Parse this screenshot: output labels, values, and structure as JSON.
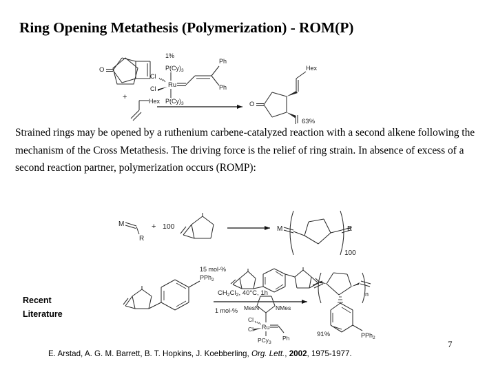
{
  "slide": {
    "page_number": "7",
    "title": "Ring Opening Metathesis (Polymerization) - ROM(P)",
    "body_text": "Strained rings may be opened by a ruthenium carbene-catalyzed reaction with a second alkene following the mechanism of the Cross Metathesis. The driving force is the relief of ring strain. In absence of excess of a second reaction partner, polymerization occurs (ROMP):",
    "recent_literature_label_line1": "Recent",
    "recent_literature_label_line2": "Literature",
    "background_color": "#ffffff",
    "text_color": "#000000"
  },
  "citation": {
    "authors": "E. Arstad, A. G. M. Barrett, B. T. Hopkins, J. Koebberling,",
    "journal": "Org. Lett.",
    "journal_separator": ",",
    "year": "2002",
    "pages": ", 1975-1977."
  },
  "scheme_cross_metathesis": {
    "name": "ring-opening-cross-metathesis",
    "catalyst_loading": "1%",
    "yield": "63%",
    "labels": {
      "ketone_oxygen": "O",
      "plus": "+",
      "hexyl": "Hex",
      "chloride_1": "Cl",
      "chloride_2": "Cl",
      "metal": "Ru",
      "phosphine_top": "P(Cy)",
      "phosphine_top_sub": "3",
      "phosphine_bottom": "P(Cy)",
      "phosphine_bottom_sub": "3",
      "phenyl_top": "Ph",
      "phenyl_bottom": "Ph",
      "product_oxygen": "O",
      "product_hexyl": "Hex"
    }
  },
  "scheme_romp": {
    "name": "romp-generic-polymerization",
    "labels": {
      "metal_carbene": "M",
      "carbene_substituent": "R",
      "plus": "+",
      "equivalents": "100",
      "product_metal": "M",
      "product_substituent": "R",
      "repeat_units": "100"
    }
  },
  "scheme_literature": {
    "name": "romp-phosphine-polymer-synthesis",
    "crosslinker_loading": "15 mol-%",
    "catalyst_loading": "1 mol-%",
    "conditions": "CH",
    "conditions_sub1": "2",
    "conditions_mid": "Cl",
    "conditions_sub2": "2",
    "conditions_rest": ", 40°C, 1h",
    "yield": "91%",
    "labels": {
      "substrate_phosphine": "PPh",
      "substrate_phosphine_sub": "2",
      "nhc_left": "MesN",
      "nhc_right": "NMes",
      "chloride_1": "Cl",
      "chloride_2": "Cl",
      "metal": "Ru",
      "phosphine": "PCy",
      "phosphine_sub": "3",
      "benzylidene": "Ph",
      "repeat_units": "n",
      "product_phosphine": "PPh",
      "product_phosphine_sub": "2"
    }
  }
}
